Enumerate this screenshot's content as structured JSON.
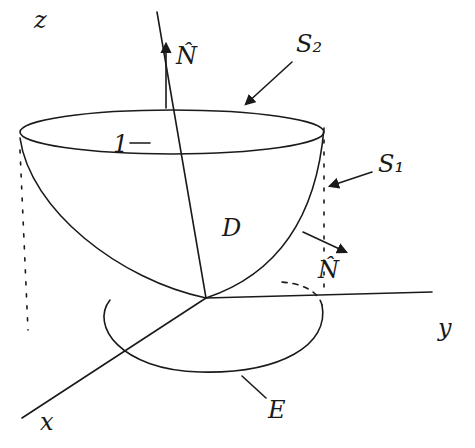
{
  "diagram": {
    "labels": [
      "z",
      "N̂",
      "S₂",
      "1",
      "D",
      "S₁",
      "N̂",
      "y",
      "E",
      "x"
    ]
  }
}
